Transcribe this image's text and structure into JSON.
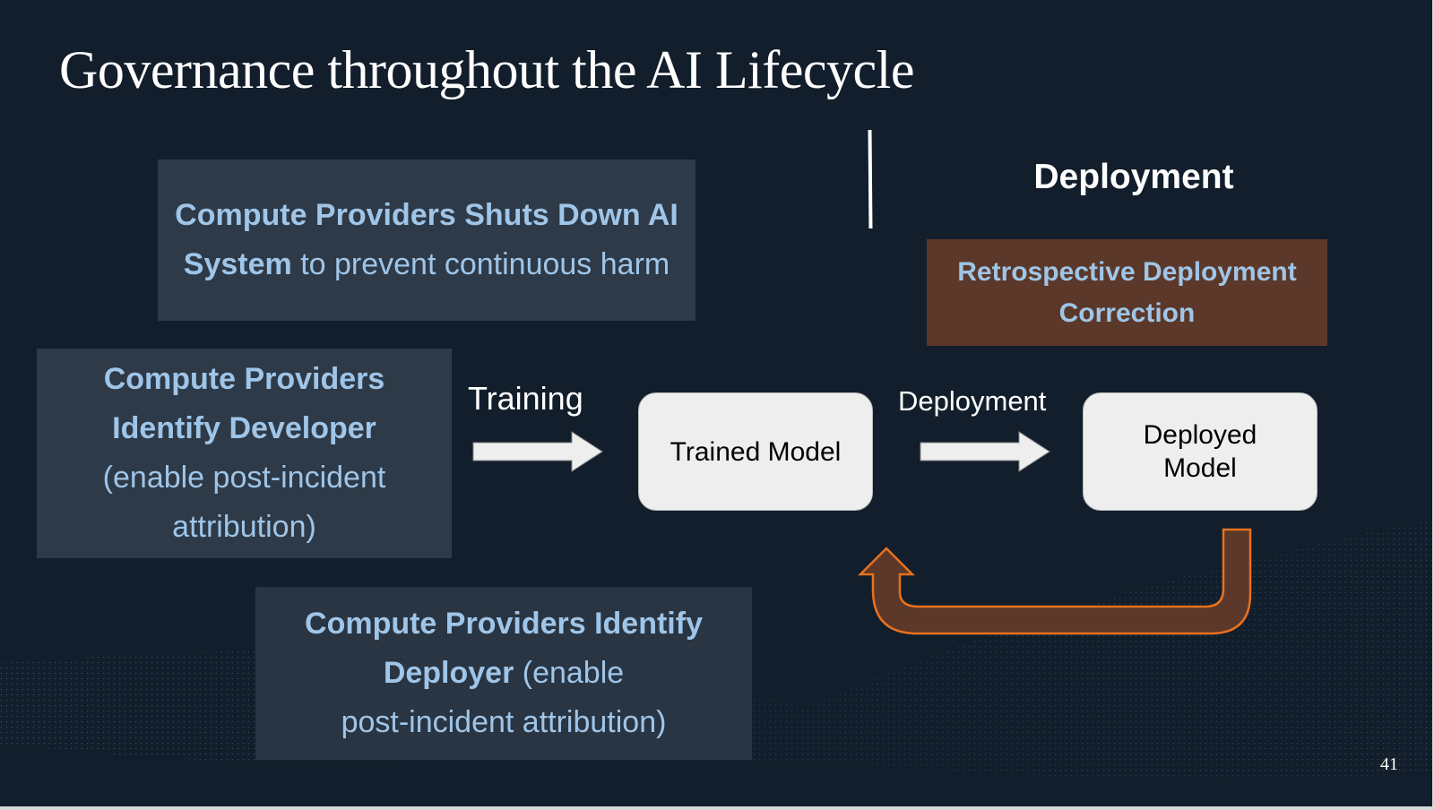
{
  "slide": {
    "title": "Governance throughout the AI Lifecycle",
    "page_number": "41",
    "section_heading": "Deployment"
  },
  "boxes": {
    "shutdown": {
      "bold": "Compute Providers Shuts Down AI System",
      "normal": " to prevent continuous harm"
    },
    "identify_developer": {
      "bold_line1": "Compute Providers",
      "bold_line2": "Identify Developer",
      "normal": "(enable post-incident attribution)"
    },
    "identify_deployer": {
      "bold_line1": "Compute Providers Identify",
      "bold_line2": "Deployer",
      "normal_inline": " (enable",
      "normal_line3": "post-incident attribution)"
    },
    "retrospective": {
      "line1": "Retrospective Deployment",
      "line2": "Correction"
    }
  },
  "flow": {
    "training_label": "Training",
    "deployment_label": "Deployment",
    "trained_model": "Trained Model",
    "deployed_model_line1": "Deployed",
    "deployed_model_line2": "Model"
  },
  "colors": {
    "background": "#121e2b",
    "box_fill": "#2e3a48",
    "box_text": "#9fc5e8",
    "retro_fill": "#5b3829",
    "feedback_arrow_fill": "#5b3829",
    "feedback_arrow_stroke": "#e8711e",
    "model_fill": "#eeeeee"
  }
}
